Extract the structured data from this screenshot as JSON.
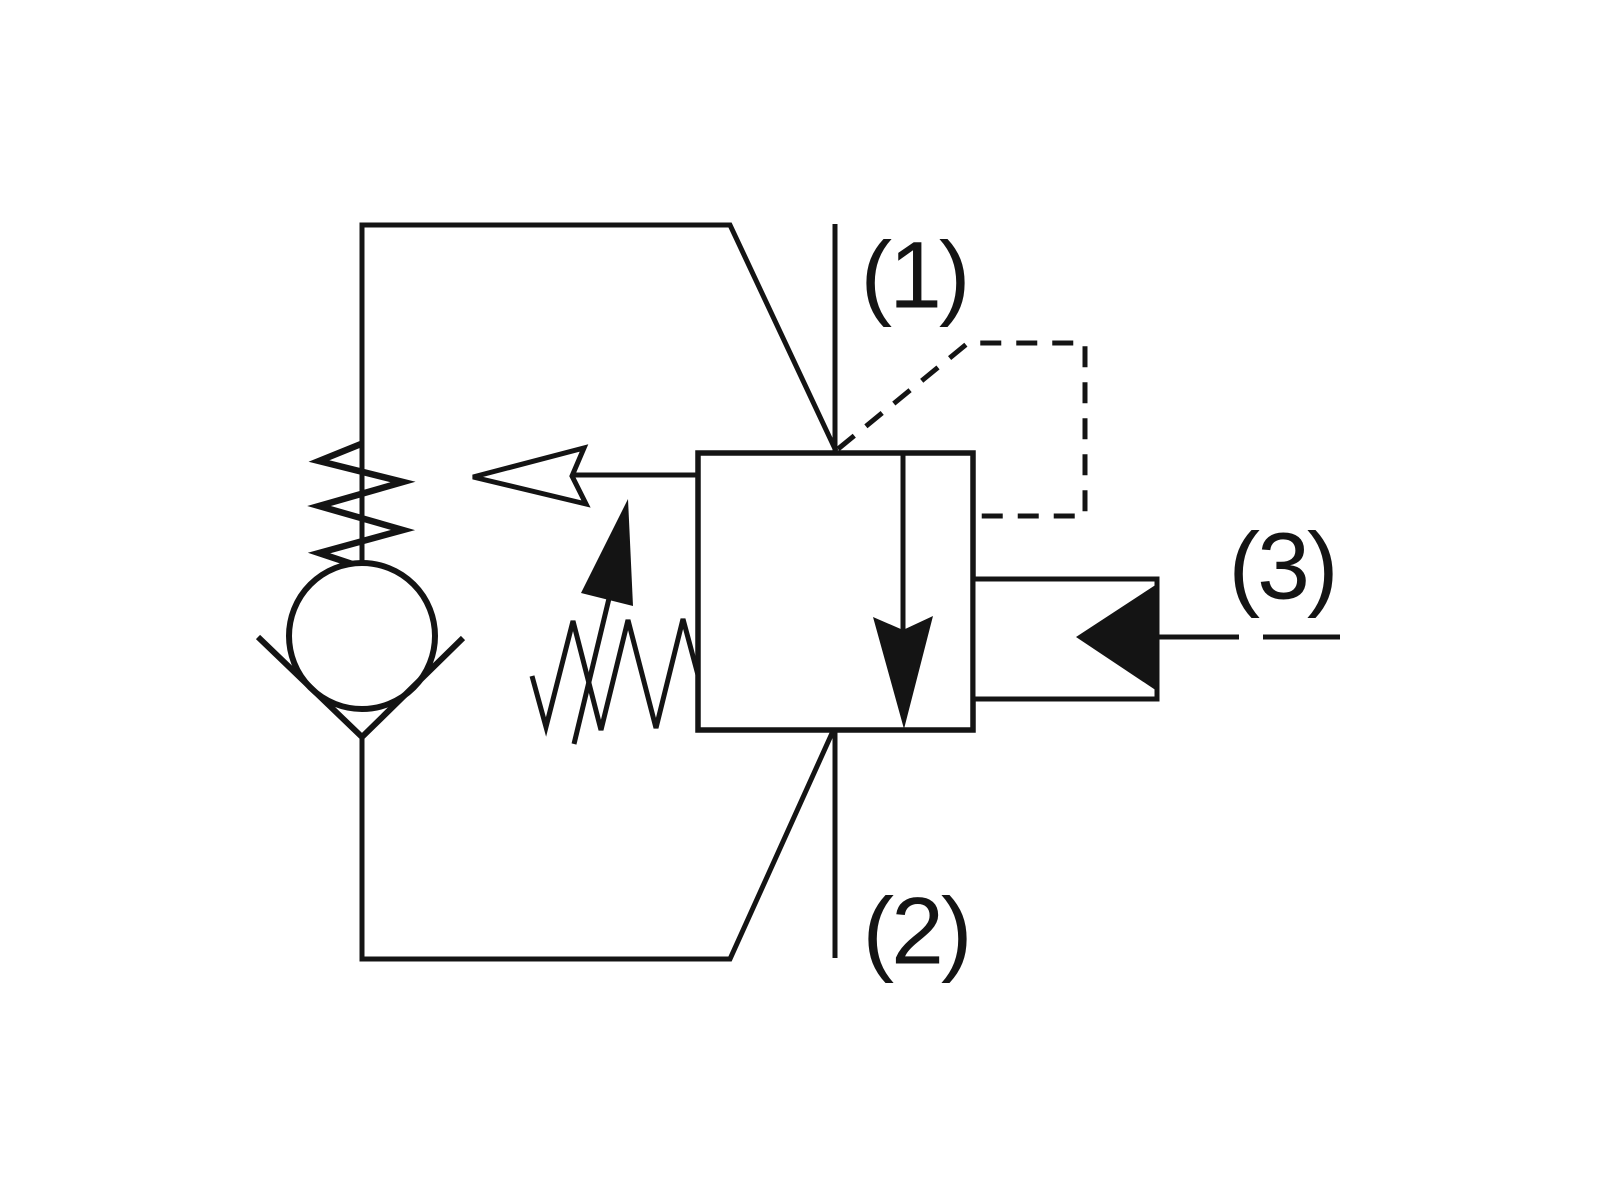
{
  "diagram": {
    "type": "hydraulic-valve-schematic",
    "background": "#ffffff",
    "line_color": "#141414",
    "ports": [
      {
        "id": "1",
        "label": "(1)",
        "position": "top"
      },
      {
        "id": "2",
        "label": "(2)",
        "position": "bottom"
      },
      {
        "id": "3",
        "label": "(3)",
        "position": "right"
      }
    ],
    "symbols": [
      "check-valve-spring",
      "check-valve-ball",
      "check-valve-seat",
      "main-valve-body",
      "down-flow-arrow",
      "adjustable-spring",
      "adjustment-arrow",
      "vent-arrow",
      "pilot-actuator-box",
      "pilot-actuator-arrow",
      "dashed-pilot-line"
    ]
  }
}
